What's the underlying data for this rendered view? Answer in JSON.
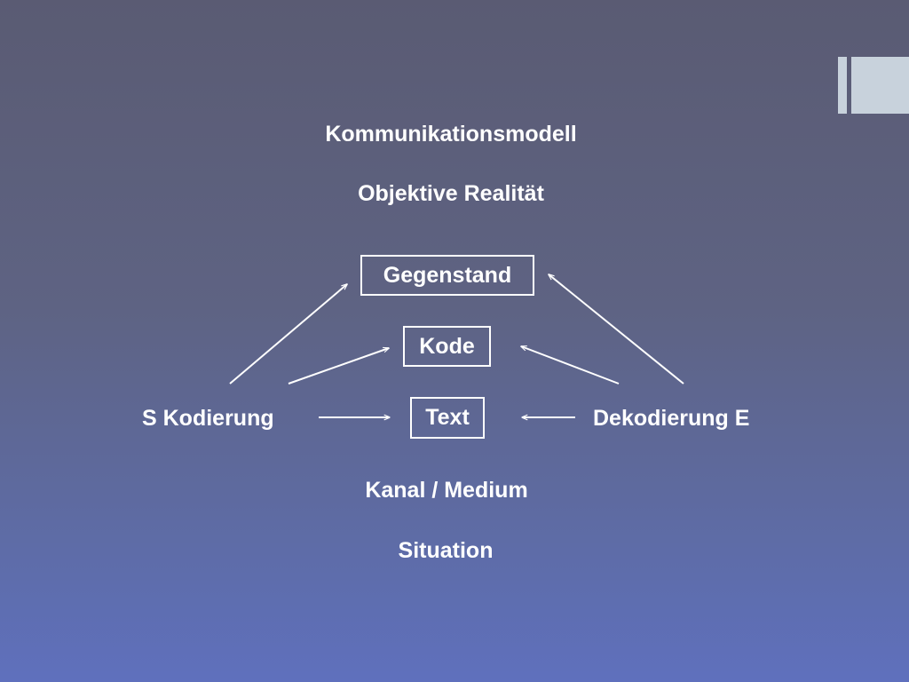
{
  "diagram": {
    "title": "Kommunikationsmodell",
    "reality": "Objektive Realität",
    "object_box": "Gegenstand",
    "code_box": "Kode",
    "text_box": "Text",
    "sender": "S Kodierung",
    "receiver": "Dekodierung E",
    "channel": "Kanal / Medium",
    "situation": "Situation"
  },
  "colors": {
    "background_top": "#5a5b73",
    "background_bottom": "#5f70bd",
    "text": "#ffffff",
    "accent": "#c8d2dc"
  }
}
